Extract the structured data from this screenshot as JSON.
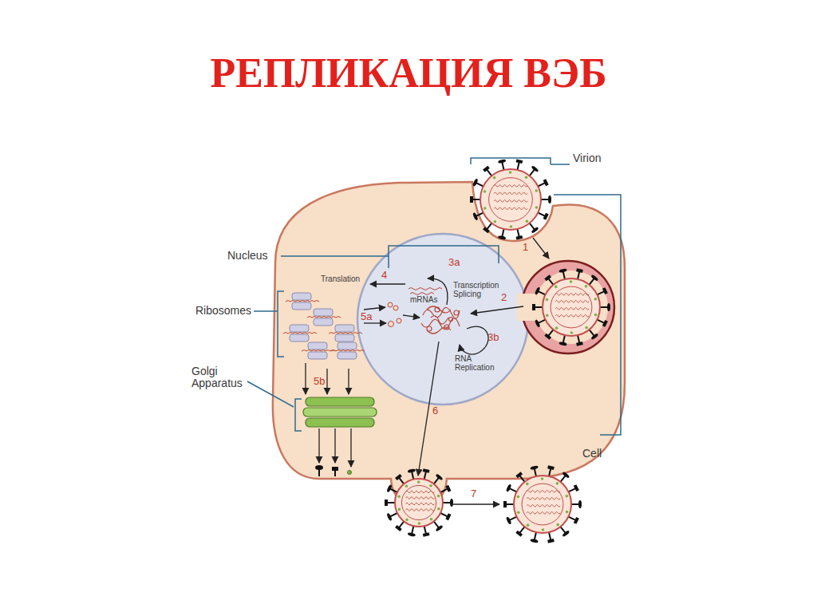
{
  "diagram": {
    "title": "РЕПЛИКАЦИЯ ВЭБ",
    "labels": [
      "Virion",
      "Nucleus",
      "1",
      "3a",
      "Translation",
      "4",
      "mRNAs",
      "Transcription Splicing",
      "2",
      "Ribosomes",
      "5a",
      "3b",
      "RNA Replication",
      "Golgi Apparatus",
      "5b",
      "6",
      "Cell",
      "7"
    ]
  }
}
